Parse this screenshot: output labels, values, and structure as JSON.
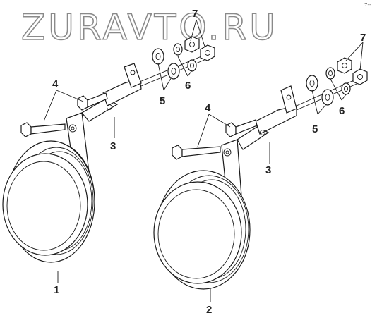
{
  "watermark": "ZURAVTO.RU",
  "corner_mark": "7--",
  "callouts": {
    "horn1": "1",
    "horn2": "2",
    "bracket_left": "3",
    "bracket_right": "3",
    "bolt_left": "4",
    "bolt_right": "4",
    "washer_left": "5",
    "washer_right": "5",
    "lockwasher_left": "6",
    "lockwasher_right": "6",
    "nut_left": "7",
    "nut_right": "7"
  },
  "colors": {
    "line": "#1a1a1a",
    "watermark_outline": "#8a8a8a",
    "background": "#ffffff"
  }
}
